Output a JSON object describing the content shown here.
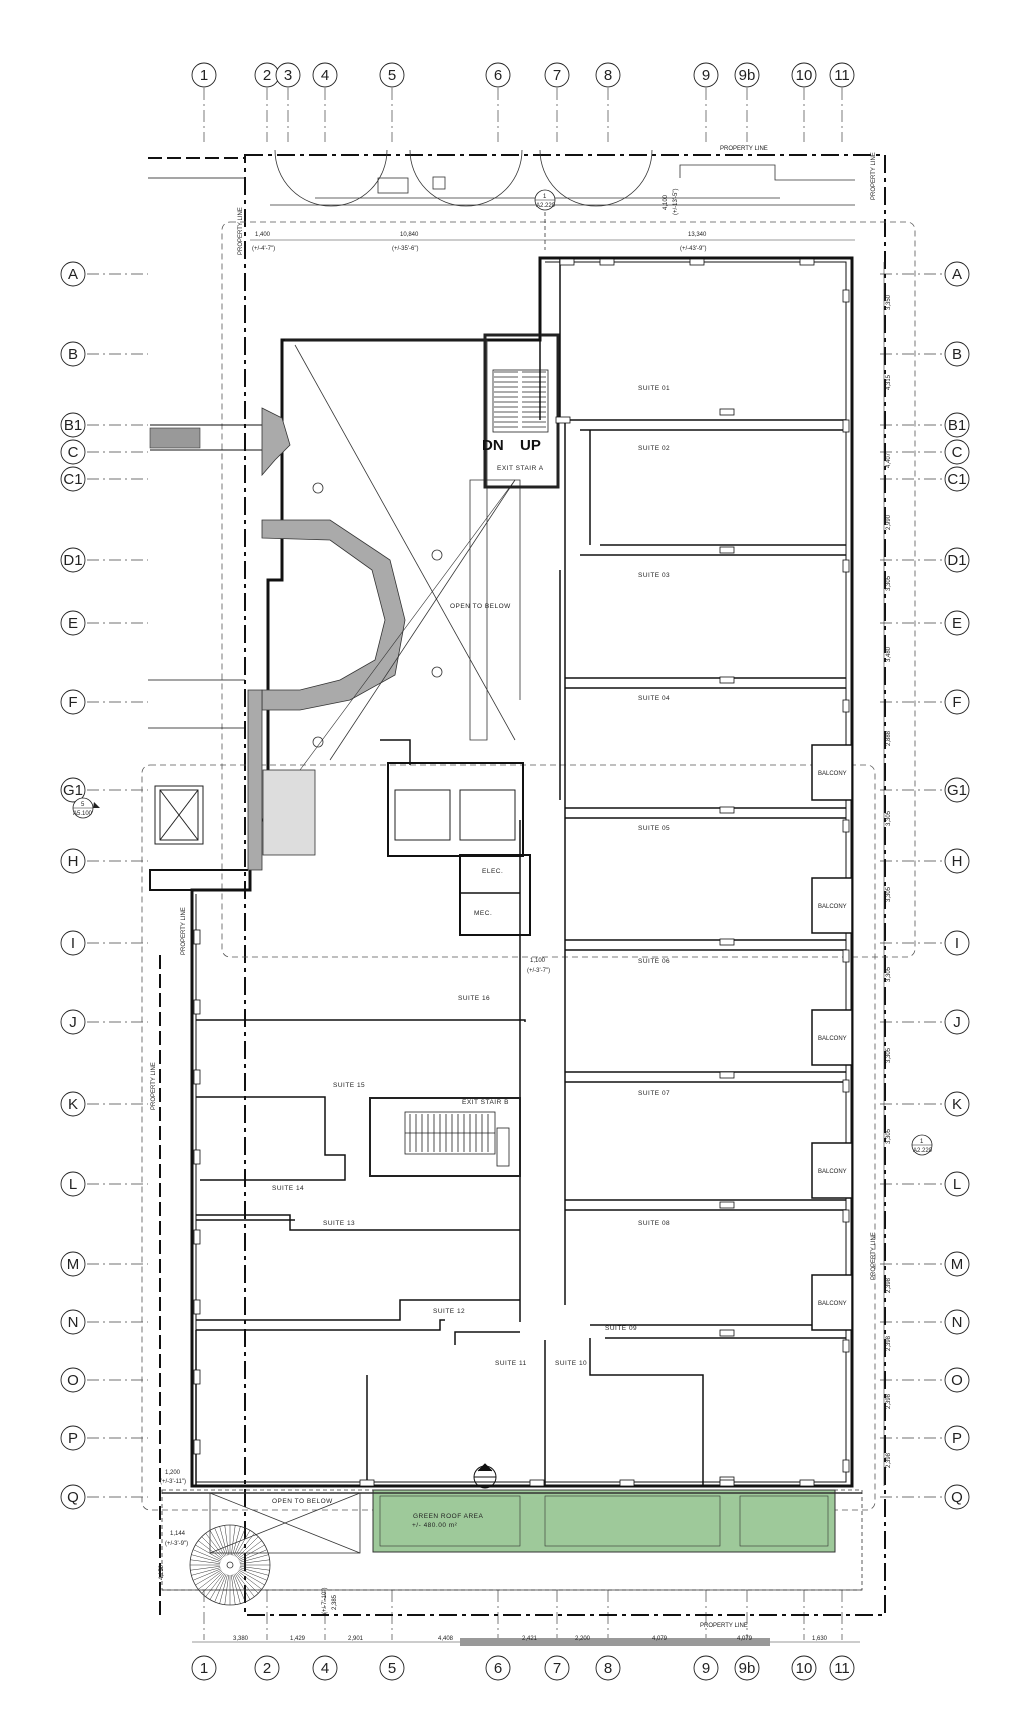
{
  "grid_columns": [
    "1",
    "2",
    "3",
    "4",
    "5",
    "6",
    "7",
    "8",
    "9",
    "9b",
    "10",
    "11"
  ],
  "grid_columns_bottom": [
    "1",
    "2",
    "4",
    "5",
    "6",
    "7",
    "8",
    "9",
    "9b",
    "10",
    "11"
  ],
  "grid_rows": [
    "A",
    "B",
    "B1",
    "C",
    "C1",
    "D1",
    "E",
    "F",
    "G1",
    "H",
    "I",
    "J",
    "K",
    "L",
    "M",
    "N",
    "O",
    "P",
    "Q"
  ],
  "property_line": "PROPERTY LINE",
  "rooms": {
    "suite_01": "SUITE 01",
    "suite_02": "SUITE 02",
    "suite_03": "SUITE 03",
    "suite_04": "SUITE 04",
    "suite_05": "SUITE 05",
    "suite_06": "SUITE 06",
    "suite_07": "SUITE 07",
    "suite_08": "SUITE 08",
    "suite_09": "SUITE 09",
    "suite_10": "SUITE 10",
    "suite_11": "SUITE 11",
    "suite_12": "SUITE 12",
    "suite_13": "SUITE 13",
    "suite_14": "SUITE 14",
    "suite_15": "SUITE 15",
    "suite_16": "SUITE 16",
    "open_to_below": "OPEN TO BELOW",
    "open_to_below_2": "OPEN TO BELOW",
    "exit_stair_a": "EXIT STAIR A",
    "exit_stair_b": "EXIT STAIR B",
    "elec": "ELEC.",
    "mec": "MEC.",
    "green_roof": "GREEN ROOF AREA",
    "green_roof_area": "+/- 480.00 m²",
    "balcony": "BALCONY",
    "dn": "DN",
    "up": "UP"
  },
  "dimensions": {
    "top_1400": "1,400",
    "top_1400_imp": "(+/-4'-7\")",
    "top_10840": "10,840",
    "top_10840_imp": "(+/-35'-6\")",
    "top_13340": "13,340",
    "top_13340_imp": "(+/-43'-9\")",
    "top_4100": "4,100",
    "top_4100_imp": "(+/-13'-5\")",
    "mid_1100": "1,100",
    "mid_1100_imp": "(+/-3'-7\")",
    "left_1200": "1,200",
    "left_1200_imp": "(+/-3'-11\")",
    "left_1144": "1,144",
    "left_1144_imp": "(+/-3'-9\")",
    "left_4150": "4,150",
    "b_3380": "3,380",
    "b_1429": "1,429",
    "b_2901": "2,901",
    "b_4408": "4,408",
    "b_2421": "2,421",
    "b_2200": "2,200",
    "b_4079a": "4,079",
    "b_4079b": "4,079",
    "b_1630": "1,630",
    "b_2385": "2,385",
    "b_2385_imp": "(+/-7'-10\")",
    "right_dims": [
      "3,350",
      "4,315",
      "4,407",
      "2,990",
      "3,305",
      "3,480",
      "2,888",
      "3,305",
      "3,305",
      "3,305",
      "3,305",
      "3,305",
      "2,398",
      "2,398",
      "2,398",
      "2,398"
    ]
  },
  "section_marks": {
    "sec_top": "1",
    "sec_top_sheet": "A2.220",
    "sec_left": "5",
    "sec_left_sheet": "A5.100",
    "sec_right": "1",
    "sec_right_sheet": "A2.220"
  }
}
